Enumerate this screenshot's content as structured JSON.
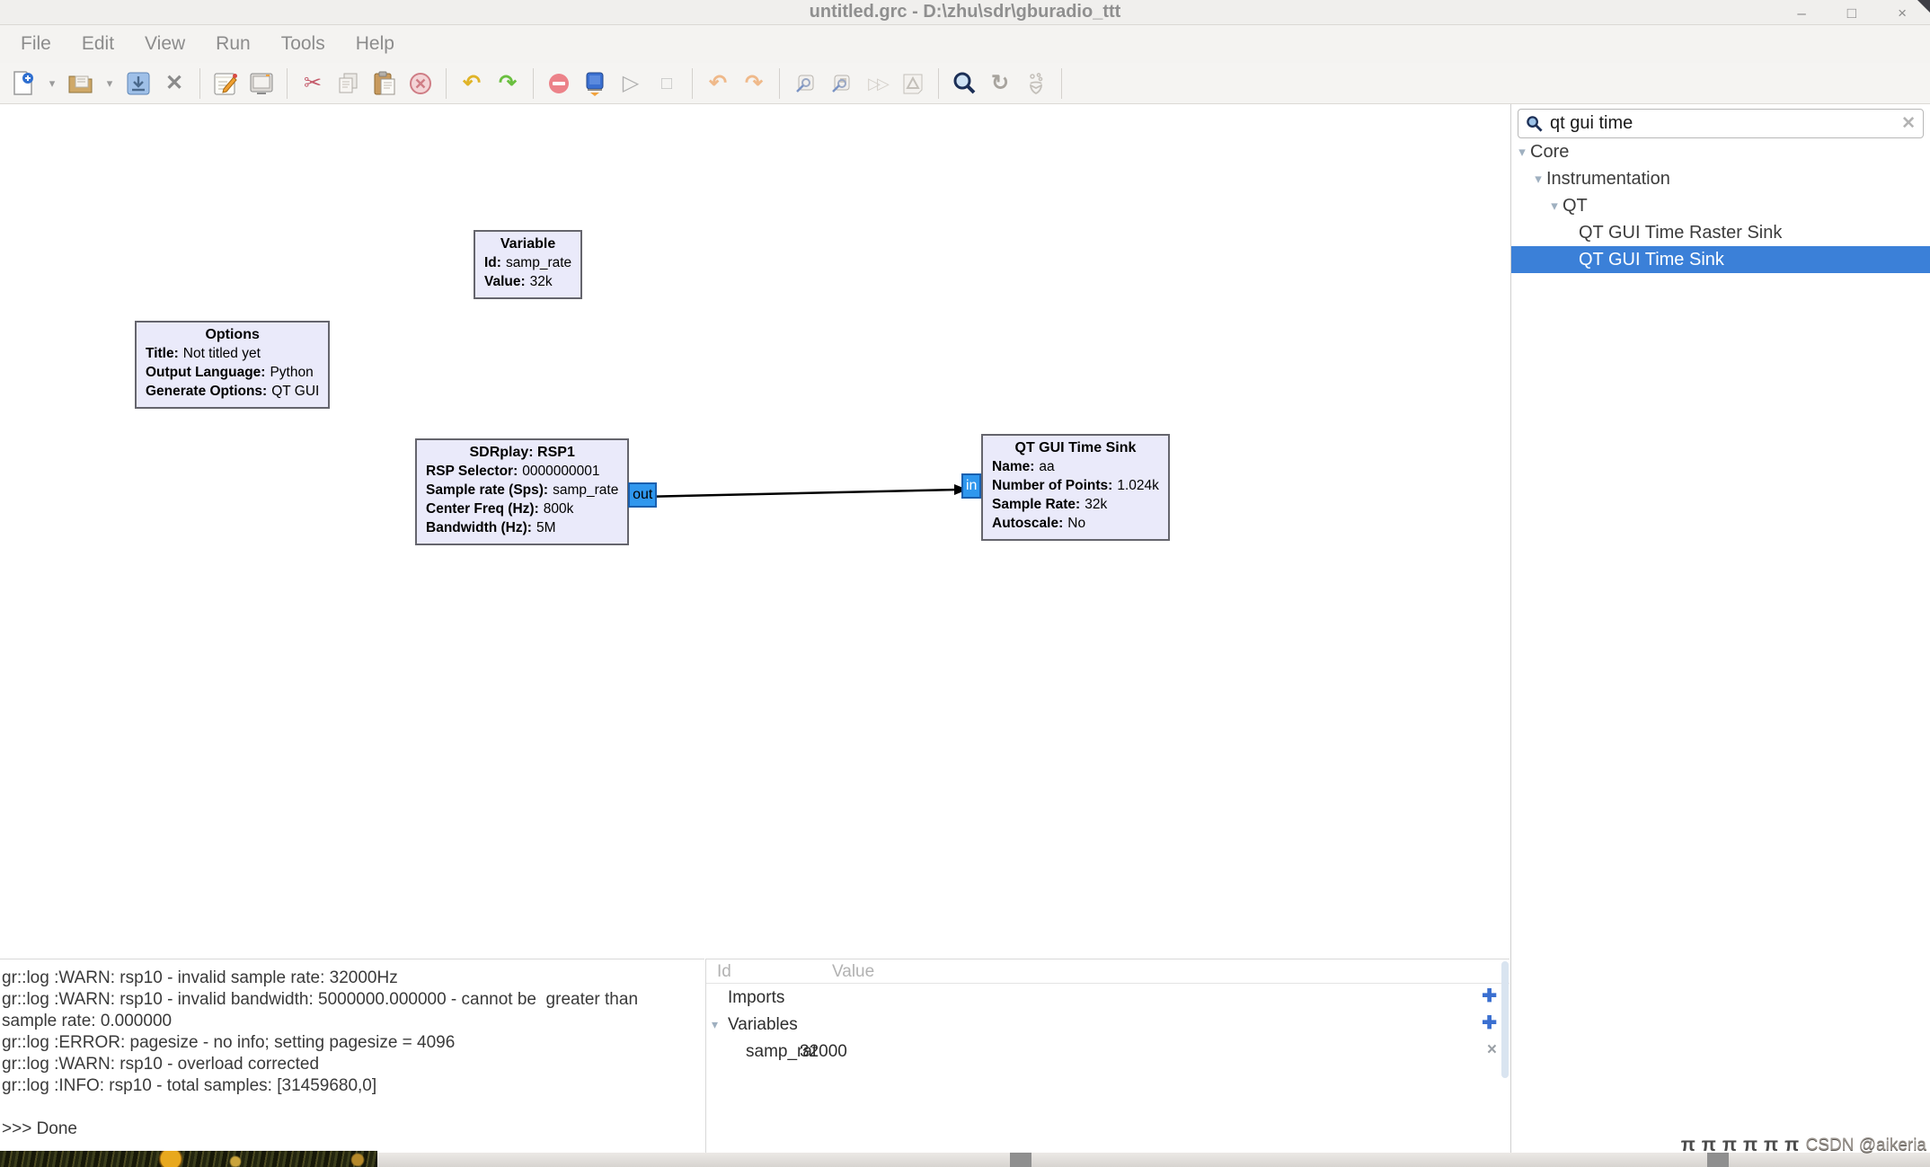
{
  "window": {
    "title": "untitled.grc - D:\\zhu\\sdr\\gburadio_ttt",
    "controls": {
      "minimize": "–",
      "maximize": "□",
      "close": "×"
    }
  },
  "menu": {
    "items": [
      "File",
      "Edit",
      "View",
      "Run",
      "Tools",
      "Help"
    ]
  },
  "toolbar": {
    "buttons": [
      "new-file",
      "new-dropdown",
      "open-file",
      "open-dropdown",
      "save-file",
      "close-file",
      "flowgraph-properties",
      "screen-capture",
      "cut",
      "copy",
      "paste",
      "delete",
      "undo",
      "redo",
      "errors",
      "generate-flowgraph",
      "execute-flowgraph",
      "kill-flowgraph",
      "rotate-ccw",
      "rotate-cw",
      "zoom-in",
      "zoom-out",
      "bypass",
      "block-warnings",
      "find-block",
      "reload-blocks",
      "report-bug"
    ],
    "glyphs": {
      "cut": "✂",
      "undo": "↶",
      "redo": "↷",
      "play": "▷",
      "stop": "□",
      "rotate_ccw": "↶",
      "rotate_cw": "↷",
      "ff": "▷▷",
      "warn": "⚠",
      "reload": "↻",
      "close": "✕"
    }
  },
  "blocks": {
    "variable": {
      "title": "Variable",
      "params": [
        {
          "label": "Id:",
          "value": "samp_rate"
        },
        {
          "label": "Value:",
          "value": "32k"
        }
      ]
    },
    "options": {
      "title": "Options",
      "params": [
        {
          "label": "Title:",
          "value": "Not titled yet"
        },
        {
          "label": "Output Language:",
          "value": "Python"
        },
        {
          "label": "Generate Options:",
          "value": "QT GUI"
        }
      ]
    },
    "sdrplay": {
      "title": "SDRplay: RSP1",
      "params": [
        {
          "label": "RSP Selector:",
          "value": "0000000001"
        },
        {
          "label": "Sample rate (Sps):",
          "value": "samp_rate"
        },
        {
          "label": "Center Freq (Hz):",
          "value": "800k"
        },
        {
          "label": "Bandwidth (Hz):",
          "value": "5M"
        }
      ],
      "out_port": "out"
    },
    "timesink": {
      "title": "QT GUI Time Sink",
      "params": [
        {
          "label": "Name:",
          "value": "aa"
        },
        {
          "label": "Number of Points:",
          "value": "1.024k"
        },
        {
          "label": "Sample Rate:",
          "value": "32k"
        },
        {
          "label": "Autoscale:",
          "value": "No"
        }
      ],
      "in_port": "in"
    }
  },
  "sidebar": {
    "search": {
      "value": "qt gui time",
      "clear": "✕"
    },
    "tree": [
      {
        "label": "Core",
        "level": 0,
        "caret": "▾",
        "selected": false
      },
      {
        "label": "Instrumentation",
        "level": 1,
        "caret": "▾",
        "selected": false
      },
      {
        "label": "QT",
        "level": 2,
        "caret": "▾",
        "selected": false
      },
      {
        "label": "QT GUI Time Raster Sink",
        "level": 3,
        "caret": "",
        "selected": false
      },
      {
        "label": "QT GUI Time Sink",
        "level": 3,
        "caret": "",
        "selected": true
      }
    ]
  },
  "console": {
    "lines": [
      "gr::log :WARN: rsp10 - invalid sample rate: 32000Hz",
      "gr::log :WARN: rsp10 - invalid bandwidth: 5000000.000000 - cannot be  greater than",
      "sample rate: 0.000000",
      "gr::log :ERROR: pagesize - no info; setting pagesize = 4096",
      "gr::log :WARN: rsp10 - overload corrected",
      "gr::log :INFO: rsp10 - total samples: [31459680,0]",
      "",
      ">>> Done"
    ]
  },
  "variables_panel": {
    "headers": {
      "id": "Id",
      "value": "Value"
    },
    "rows": [
      {
        "id": "Imports",
        "value": "",
        "caret": "",
        "action": "add"
      },
      {
        "id": "Variables",
        "value": "",
        "caret": "▾",
        "action": "add"
      },
      {
        "id": "samp_rat",
        "value": "32000",
        "caret": "",
        "action": "remove"
      }
    ],
    "icons": {
      "add": "✚",
      "remove": "×"
    }
  },
  "watermark": {
    "glyphs": "ππππππ",
    "text": "CSDN @aikeria"
  },
  "colors": {
    "selection": "#3b80d8",
    "port": "#2f97ee",
    "port_border": "#1a5fae",
    "block_bg": "#eaeafa",
    "block_border": "#65656d",
    "connection": "#000000"
  }
}
